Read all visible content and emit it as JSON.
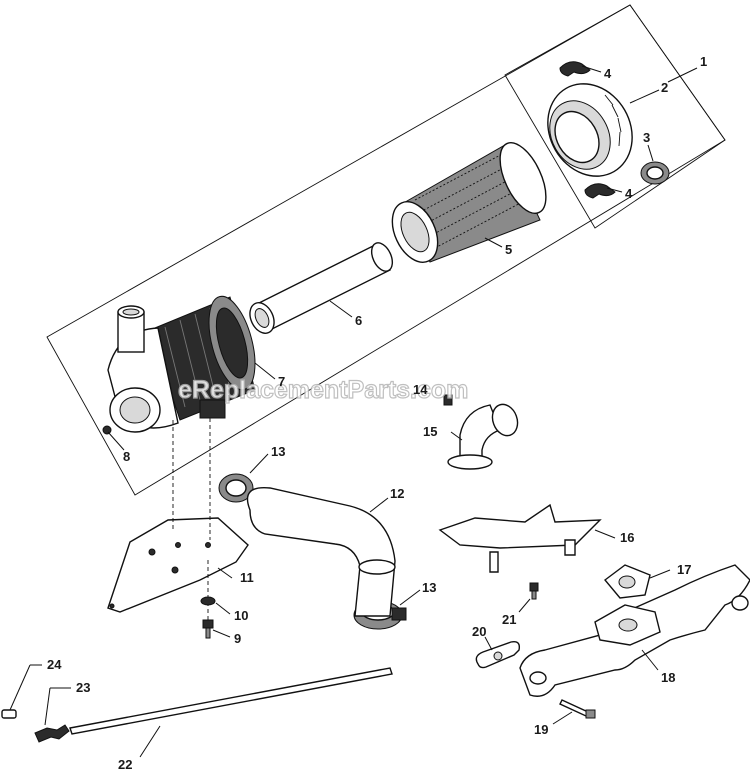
{
  "watermark": "eReplacementParts.com",
  "callouts": {
    "p1": "1",
    "p2": "2",
    "p3": "3",
    "p4a": "4",
    "p4b": "4",
    "p5": "5",
    "p6": "6",
    "p7": "7",
    "p8": "8",
    "p9": "9",
    "p10": "10",
    "p11": "11",
    "p12": "12",
    "p13a": "13",
    "p13b": "13",
    "p14": "14",
    "p15": "15",
    "p16": "16",
    "p17": "17",
    "p18": "18",
    "p19": "19",
    "p20": "20",
    "p21": "21",
    "p22": "22",
    "p23": "23",
    "p24": "24"
  }
}
